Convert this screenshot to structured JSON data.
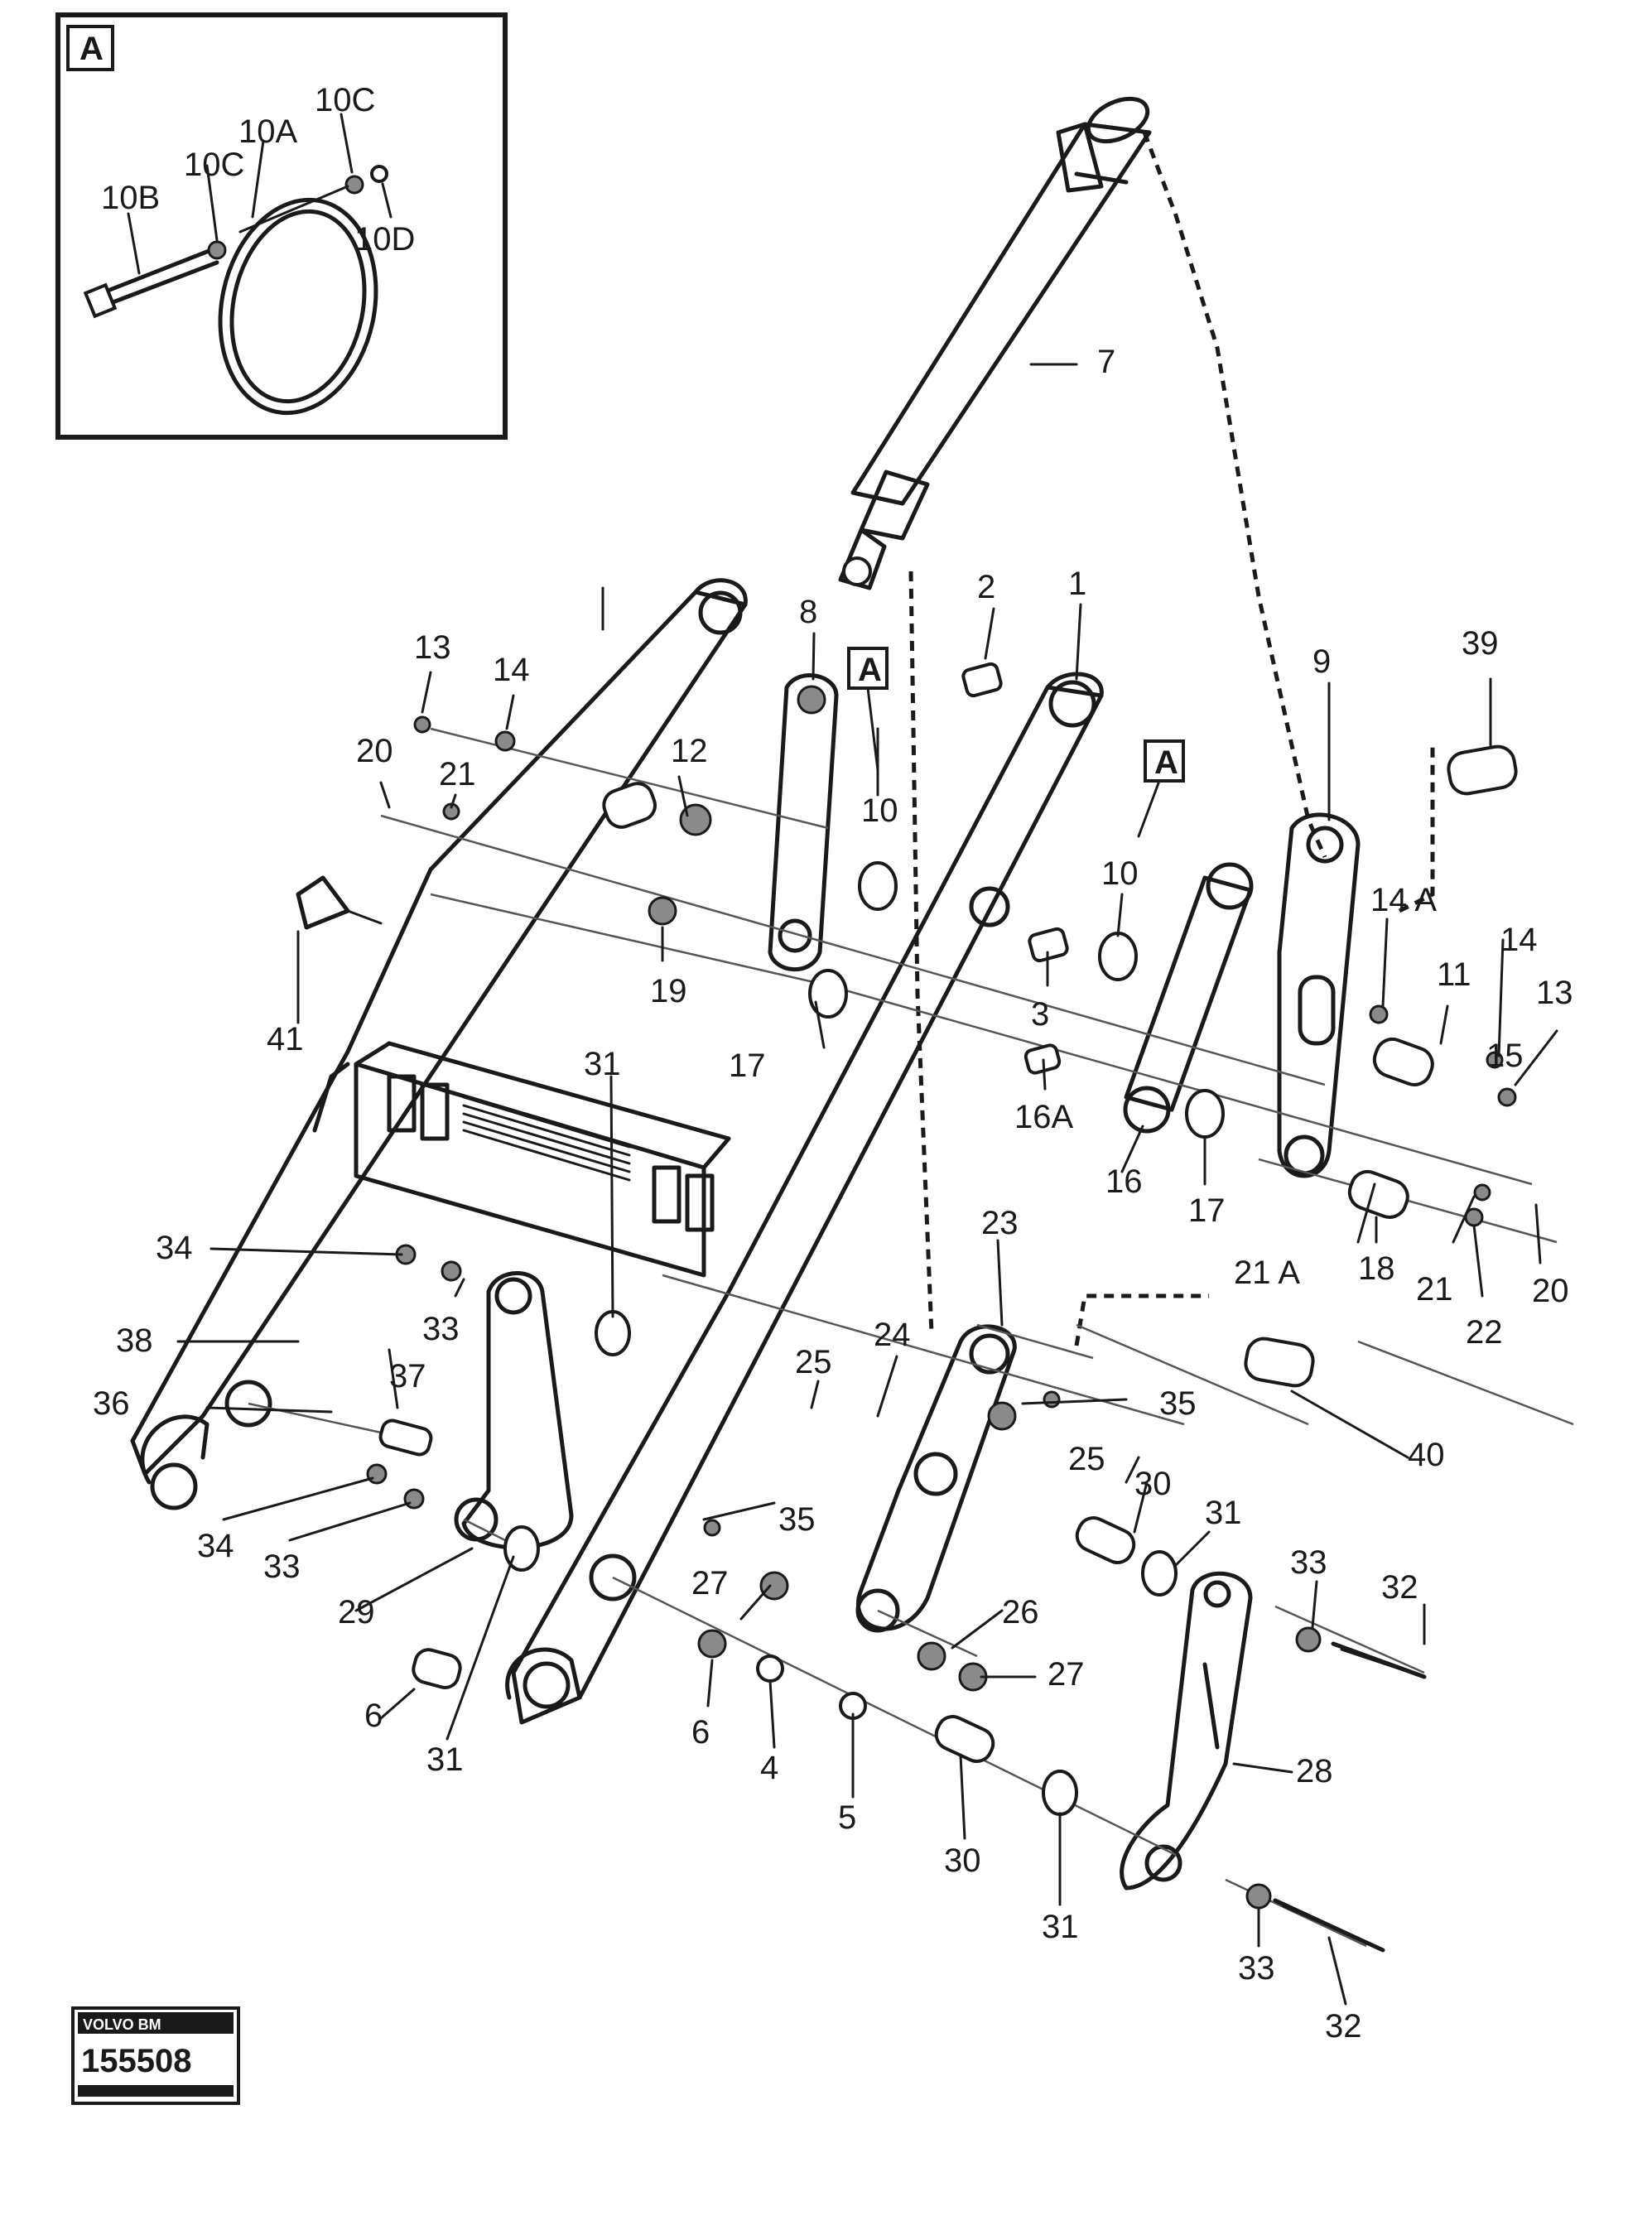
{
  "inset": {
    "badge": "A",
    "labels": [
      "10B",
      "10C",
      "10A",
      "10C",
      "10D"
    ]
  },
  "section_refs": [
    "A",
    "A"
  ],
  "logo": {
    "brand": "VOLVO BM",
    "code": "155508"
  },
  "callouts": {
    "c1": "1",
    "c2": "2",
    "c3": "3",
    "c4": "4",
    "c5": "5",
    "c6": "6",
    "c6b": "6",
    "c7": "7",
    "c8": "8",
    "c9": "9",
    "c10a": "10",
    "c10b": "10",
    "c11": "11",
    "c12": "12",
    "c13a": "13",
    "c13b": "13",
    "c14a": "14",
    "c14b": "14",
    "c14A": "14 A",
    "c15": "15",
    "c16": "16",
    "c16A": "16A",
    "c17a": "17",
    "c17b": "17",
    "c18": "18",
    "c19": "19",
    "c20a": "20",
    "c20b": "20",
    "c21a": "21",
    "c21b": "21",
    "c21A": "21 A",
    "c22": "22",
    "c23": "23",
    "c24": "24",
    "c25a": "25",
    "c25b": "25",
    "c26": "26",
    "c27a": "27",
    "c27b": "27",
    "c28": "28",
    "c29": "29",
    "c30a": "30",
    "c30b": "30",
    "c31a": "31",
    "c31b": "31",
    "c31c": "31",
    "c31d": "31",
    "c32a": "32",
    "c32b": "32",
    "c33a": "33",
    "c33b": "33",
    "c33c": "33",
    "c33d": "33",
    "c34a": "34",
    "c34b": "34",
    "c35a": "35",
    "c35b": "35",
    "c36": "36",
    "c37": "37",
    "c38": "38",
    "c39": "39",
    "c40": "40",
    "c41": "41"
  }
}
